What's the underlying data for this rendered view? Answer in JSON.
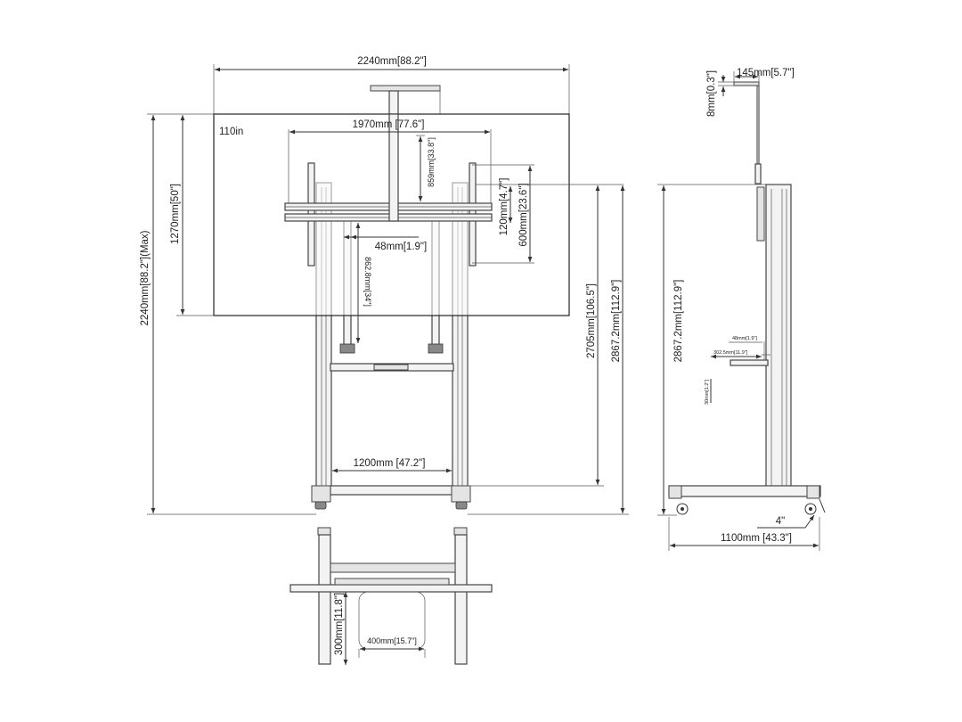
{
  "front_view": {
    "overall_width": "2240mm[88.2\"]",
    "screen_size": "110in",
    "overall_height_max": "2240mm[88.2\"](Max)",
    "screen_height": "1270mm[50\"]",
    "interface_width": "1970mm [77.6\"]",
    "bracket_height": "859mm[33.8\"]",
    "bracket_offset": "120mm[4.7\"]",
    "bracket_span": "600mm[23.6\"]",
    "arm_width": "48mm[1.9\"]",
    "arm_length": "862.8mm[34\"]",
    "height_a": "2705mm[106.5\"]",
    "height_b": "2867.2mm[112.9\"]",
    "column_spacing": "1200mm [47.2\"]"
  },
  "side_view": {
    "depth_top": "145mm[5.7\"]",
    "thickness": "8mm[0.3\"]",
    "height": "2867.2mm[112.9\"]",
    "small_a": "48mm[1.9\"]",
    "small_b": "302.5mm[11.9\"]",
    "small_c": "30mm[1.2\"]",
    "wheel": "4\"",
    "base_depth": "1100mm [43.3\"]"
  },
  "top_view": {
    "offset": "300mm[11.8\"]",
    "width": "400mm[15.7\"]"
  }
}
